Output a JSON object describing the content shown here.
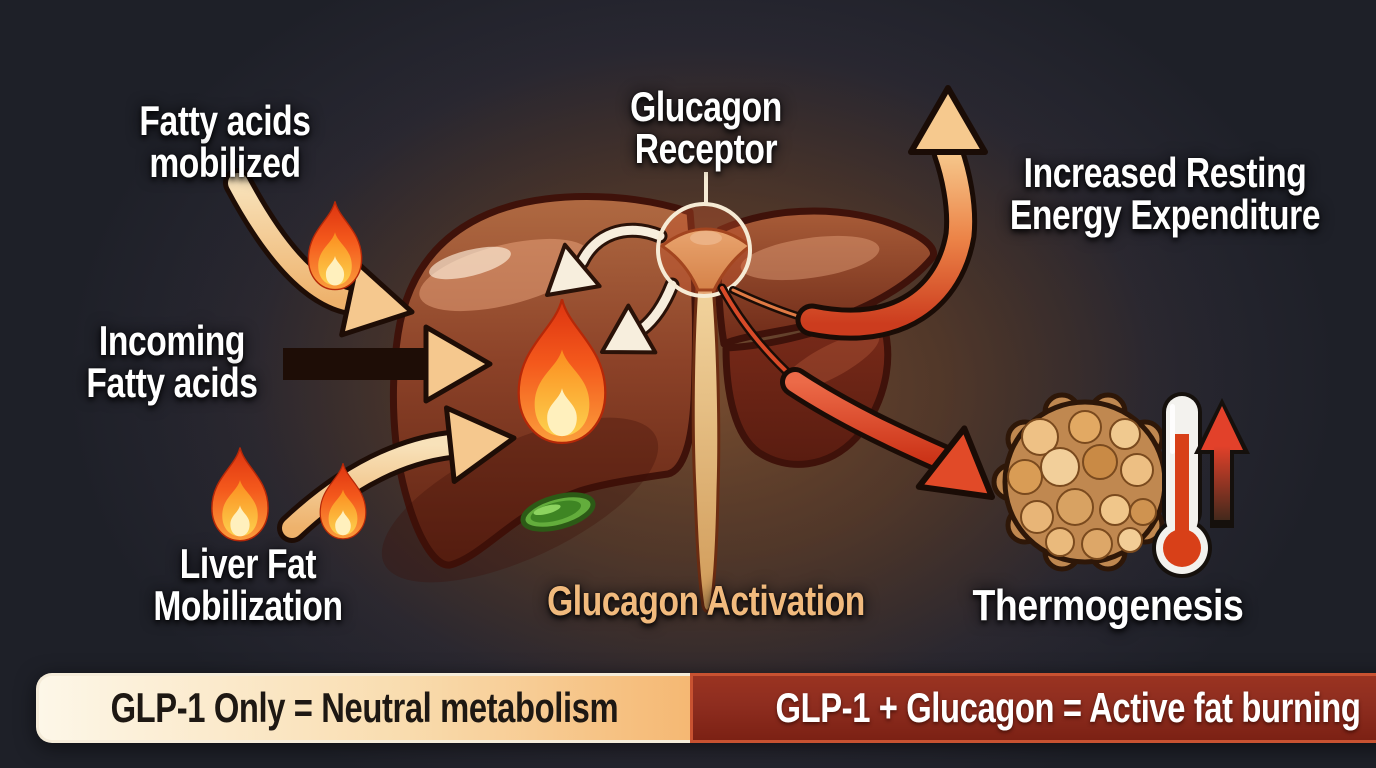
{
  "labels": {
    "fatty_acids_mobilized": {
      "line1": "Fatty acids",
      "line2": "mobilized"
    },
    "glucagon_receptor": {
      "line1": "Glucagon",
      "line2": "Receptor"
    },
    "increased_resting_energy_expenditure": {
      "line1": "Increased Resting",
      "line2": "Energy Expenditure"
    },
    "incoming_fatty_acids": {
      "line1": "Incoming",
      "line2": "Fatty acids"
    },
    "liver_fat_mobilization": {
      "line1": "Liver Fat",
      "line2": "Mobilization"
    },
    "glucagon_activation": {
      "text": "Glucagon Activation"
    },
    "thermogenesis": {
      "text": "Thermogenesis"
    }
  },
  "banner": {
    "left_text": "GLP-1 Only = Neutral metabolism",
    "right_text": "GLP-1 + Glucagon = Active fat burning"
  },
  "icons": {
    "flame": "flame-icon",
    "thermometer": "thermometer-icon",
    "temperature_up_arrow": "up-arrow-icon",
    "fat_cell_cluster": "fat-cells-icon",
    "receptor_ring": "receptor-ring-icon",
    "liver": "liver-illustration",
    "gallbladder": "gallbladder-icon"
  },
  "colors": {
    "background": "#23242e",
    "center_glow": "#5a3b2a",
    "label_text": "#ffffff",
    "glucagon_activation_text": "#f1ba7d",
    "arrow_tan": "#f5c88e",
    "arrow_red": "#d84a28",
    "flame_orange": "#f4591c",
    "liver_main": "#8c4228",
    "banner_left_bg_start": "#fdf6e6",
    "banner_left_bg_end": "#f5b873",
    "banner_left_text": "#1e1813",
    "banner_right_bg": "#8e2d1f",
    "banner_right_border": "#c85231",
    "banner_right_text": "#ffffff"
  }
}
